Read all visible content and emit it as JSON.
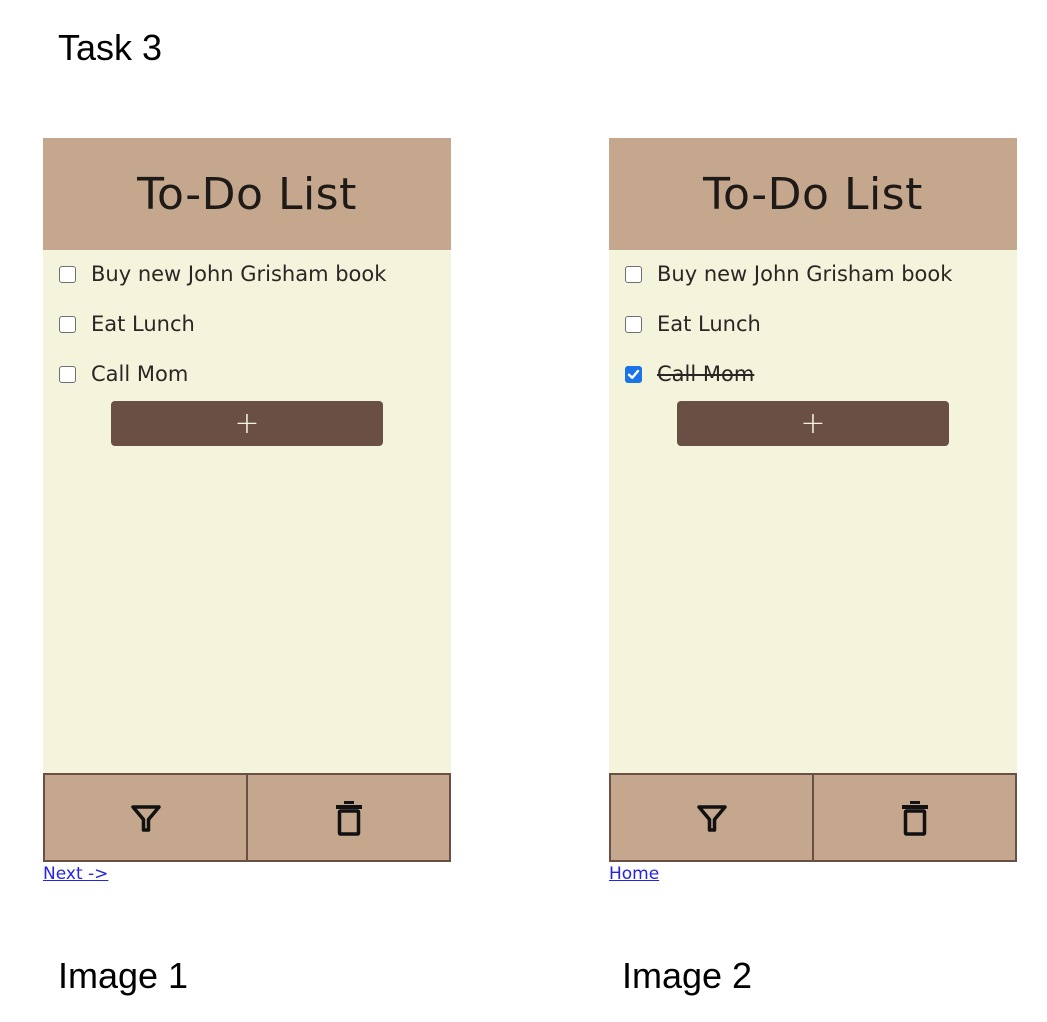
{
  "task_title": "Task 3",
  "panels": [
    {
      "caption": "Image 1",
      "app_title": "To-Do List",
      "items": [
        {
          "label": "Buy new John Grisham book",
          "checked": false
        },
        {
          "label": "Eat Lunch",
          "checked": false
        },
        {
          "label": "Call Mom",
          "checked": false
        }
      ],
      "add_button_label": "+",
      "toolbar": {
        "filter_icon": "filter-icon",
        "delete_icon": "trash-icon"
      },
      "link": "Next ->"
    },
    {
      "caption": "Image 2",
      "app_title": "To-Do List",
      "items": [
        {
          "label": "Buy new John Grisham book",
          "checked": false
        },
        {
          "label": "Eat Lunch",
          "checked": false
        },
        {
          "label": "Call Mom",
          "checked": true
        }
      ],
      "add_button_label": "+",
      "toolbar": {
        "filter_icon": "filter-icon",
        "delete_icon": "trash-icon"
      },
      "link": "Home"
    }
  ],
  "colors": {
    "header": "#c4a78c",
    "list_background": "#f4f3dc",
    "button": "#694f44",
    "border": "#6a4f44",
    "link": "#2323e6",
    "checkbox_checked": "#1a73e8"
  }
}
